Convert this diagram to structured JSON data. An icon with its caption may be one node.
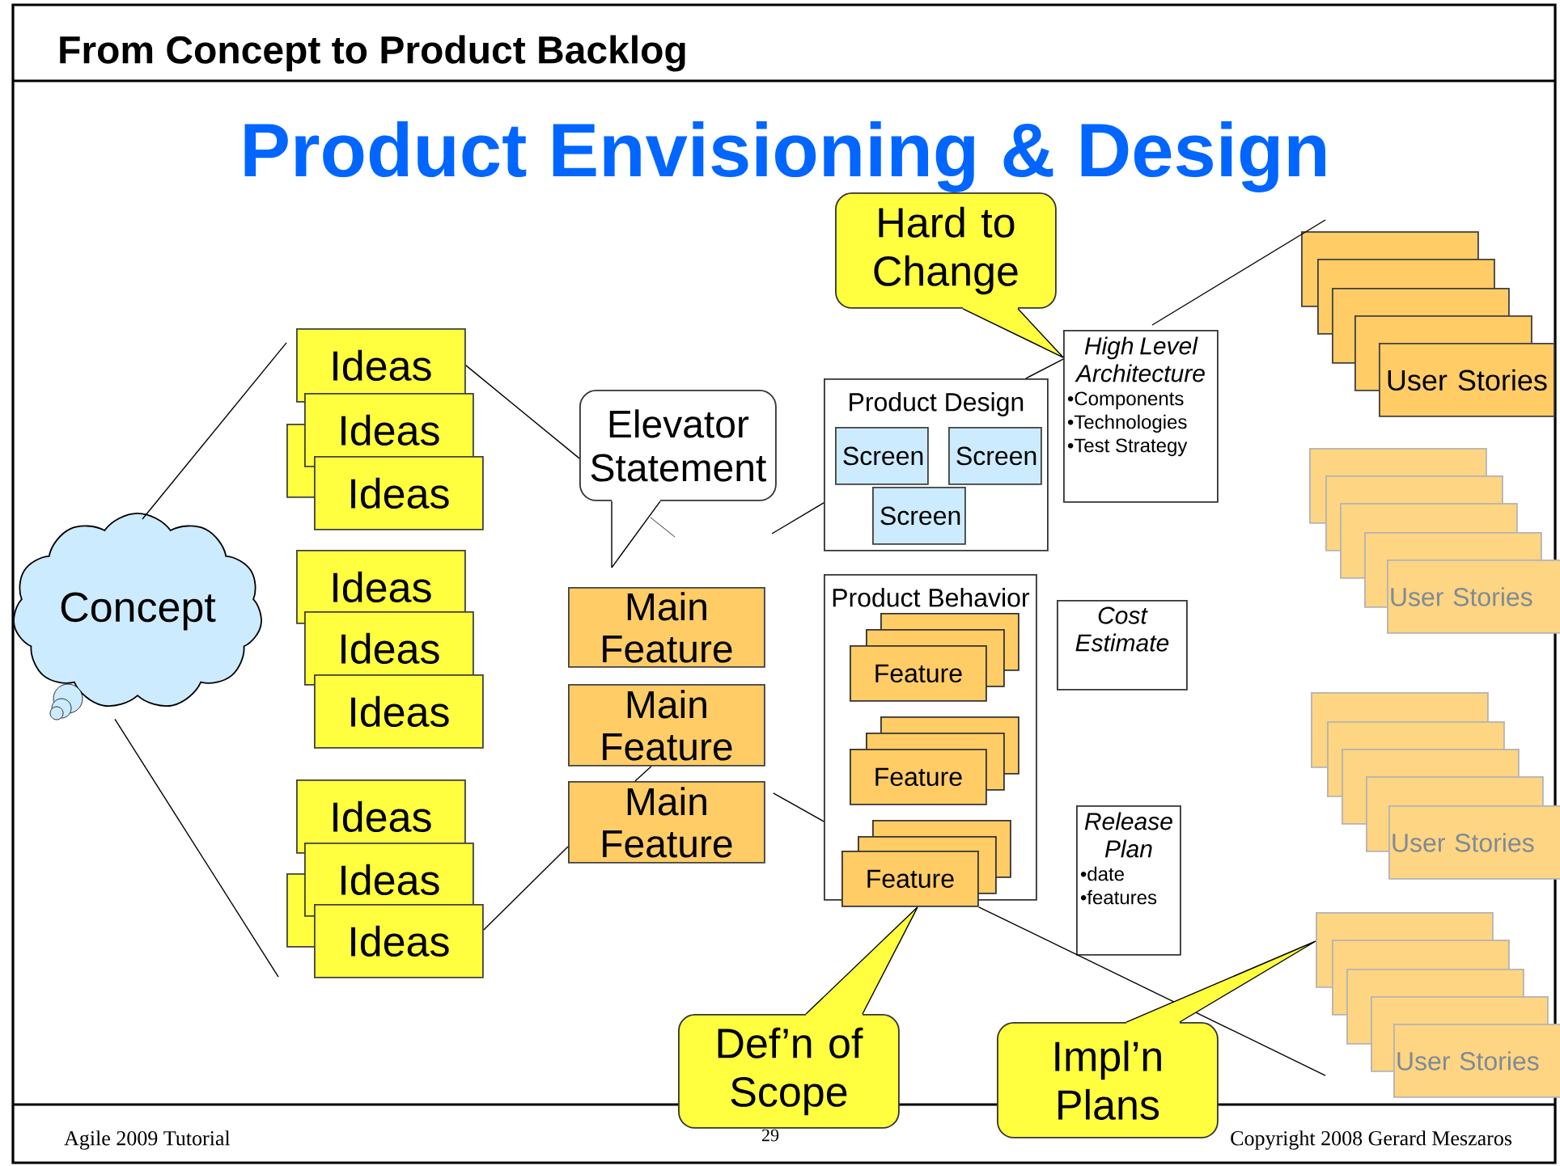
{
  "diagram": {
    "title": "From Concept to Product Backlog",
    "nodes": [
      {
        "text": [
          "Concept"
        ]
      },
      {
        "text": [
          "Ideas"
        ]
      },
      {
        "text": [],
        "shape": "box"
      },
      {
        "text": [
          "Ideas"
        ]
      },
      {
        "text": [
          "Ideas"
        ]
      },
      {
        "text": [
          "Ideas"
        ]
      },
      {
        "text": [
          "Ideas"
        ]
      },
      {
        "text": [
          "Ideas"
        ]
      },
      {
        "text": [
          "Ideas"
        ]
      },
      {
        "text": [],
        "shape": "box"
      },
      {
        "text": [
          "Ideas"
        ]
      },
      {
        "text": [
          "Ideas"
        ]
      },
      {
        "text": [
          "Elevator Statement"
        ]
      },
      {
        "text": [
          "Main Feature"
        ]
      },
      {
        "text": [
          "Main Feature"
        ]
      },
      {
        "text": [
          "Main Feature"
        ]
      },
      {
        "text": [
          "Hard to Change"
        ]
      },
      {
        "text": [
          "Product Design"
        ]
      },
      {
        "text": [
          "Screen"
        ],
        "in": 17
      },
      {
        "text": [
          "Screen"
        ],
        "in": 17
      },
      {
        "text": [
          "Screen"
        ],
        "in": 17
      },
      {
        "text": [
          "High Level Architecture",
          "•Components",
          "•Technologies",
          "•Test Strategy"
        ]
      },
      {
        "text": [
          "Product Behavior"
        ]
      },
      {
        "text": [],
        "shape": "box",
        "in": 22
      },
      {
        "text": [],
        "shape": "box",
        "in": 22
      },
      {
        "text": [
          "Feature"
        ],
        "in": 22
      },
      {
        "text": [],
        "shape": "box",
        "in": 22
      },
      {
        "text": [],
        "shape": "box",
        "in": 22
      },
      {
        "text": [
          "Feature"
        ],
        "in": 22
      },
      {
        "text": [],
        "shape": "box",
        "in": 22
      },
      {
        "text": [],
        "shape": "box",
        "in": 22
      },
      {
        "text": [
          "Feature"
        ]
      },
      {
        "text": [
          "Cost Estimate"
        ]
      },
      {
        "text": [
          "Release Plan",
          "•date",
          "•features"
        ]
      },
      {
        "text": [
          "Def’n of Scope"
        ]
      },
      {
        "text": [
          "Impl’n Plans"
        ]
      },
      {
        "text": [],
        "shape": "box"
      },
      {
        "text": [],
        "shape": "box"
      },
      {
        "text": [],
        "shape": "box"
      },
      {
        "text": [],
        "shape": "box"
      },
      {
        "text": [
          "User Stories"
        ]
      },
      {
        "text": [],
        "shape": "box"
      },
      {
        "text": [],
        "shape": "box"
      },
      {
        "text": [],
        "shape": "box"
      },
      {
        "text": [],
        "shape": "box"
      },
      {
        "text": [
          "User Stories"
        ]
      },
      {
        "text": [],
        "shape": "box"
      },
      {
        "text": [],
        "shape": "box"
      },
      {
        "text": [],
        "shape": "box"
      },
      {
        "text": [],
        "shape": "box"
      },
      {
        "text": [
          "User Stories"
        ]
      },
      {
        "text": [],
        "shape": "box"
      },
      {
        "text": [],
        "shape": "box"
      },
      {
        "text": [],
        "shape": "box"
      },
      {
        "text": [],
        "shape": "box"
      },
      {
        "text": [
          "User Stories"
        ]
      }
    ],
    "edges": [
      {
        "from": 0,
        "to": 1,
        "arrow": "none"
      },
      {
        "from": 0,
        "to": null,
        "arrow": "none"
      },
      {
        "from": 1,
        "to": 12,
        "arrow": "none"
      },
      {
        "from": 11,
        "to": 15,
        "arrow": "none"
      },
      {
        "from": 14,
        "to": 15,
        "arrow": "none"
      },
      {
        "from": null,
        "to": 17,
        "arrow": "none"
      },
      {
        "from": 15,
        "to": 22,
        "arrow": "none"
      },
      {
        "from": 17,
        "to": 21,
        "arrow": "none"
      },
      {
        "from": 21,
        "to": 36,
        "arrow": "none"
      },
      {
        "from": 31,
        "to": null,
        "arrow": "none"
      },
      {
        "from": 16,
        "to": 21,
        "arrow": "none"
      },
      {
        "from": 12,
        "to": null,
        "arrow": "none"
      },
      {
        "from": 34,
        "to": 31,
        "arrow": "none"
      },
      {
        "from": 35,
        "to": 51,
        "arrow": "none"
      }
    ],
    "labels": [
      "Product Envisioning & Design",
      "Agile 2009 Tutorial",
      "29",
      "Copyright 2008 Gerard Meszaros"
    ]
  }
}
